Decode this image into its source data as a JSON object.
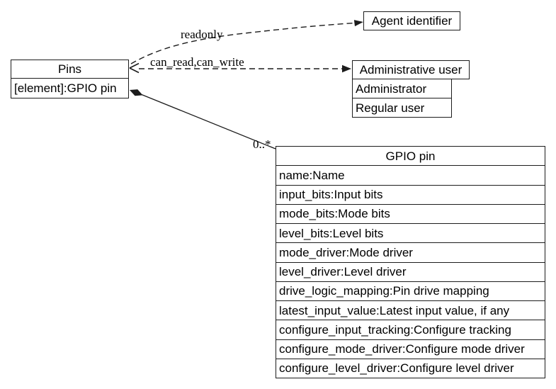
{
  "diagram": {
    "background": "#ffffff",
    "line_color": "#1c1c1c",
    "text_color": "#000000"
  },
  "nodes": {
    "pins": {
      "title": "Pins",
      "attributes": [
        "[element]:GPIO pin"
      ]
    },
    "agent_identifier": {
      "title": "Agent identifier"
    },
    "administrative_user": {
      "title": "Administrative user",
      "variants": [
        "Administrator",
        "Regular user"
      ]
    },
    "gpio_pin": {
      "title": "GPIO pin",
      "attributes": [
        "name:Name",
        "input_bits:Input bits",
        "mode_bits:Mode bits",
        "level_bits:Level bits",
        "mode_driver:Mode driver",
        "level_driver:Level driver",
        "drive_logic_mapping:Pin drive mapping",
        "latest_input_value:Latest input value, if any",
        "configure_input_tracking:Configure tracking",
        "configure_mode_driver:Configure mode driver",
        "configure_level_driver:Configure level driver"
      ]
    }
  },
  "edges": {
    "readonly": {
      "label": "readonly",
      "style": "dashed",
      "from": "Pins",
      "to": "Agent identifier"
    },
    "can_read_can_write": {
      "label": "can_read,can_write",
      "style": "dashed",
      "from": "Pins",
      "to": "Administrative user"
    },
    "composition": {
      "multiplicity": "0..*",
      "style": "solid",
      "from": "Pins",
      "to": "GPIO pin"
    }
  }
}
